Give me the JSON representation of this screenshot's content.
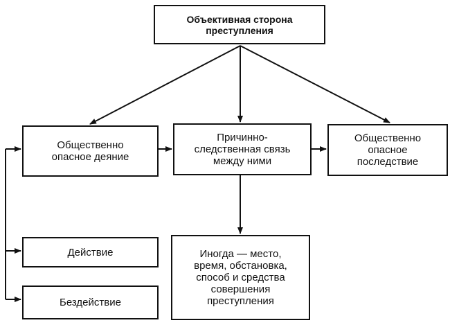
{
  "diagram": {
    "root": {
      "label": "Объективная сторона\nпреступления"
    },
    "elements": [
      {
        "id": "act",
        "label": "Общественно\nопасное деяние"
      },
      {
        "id": "causation",
        "label": "Причинно-\nследственная связь\nмежду ними"
      },
      {
        "id": "consequence",
        "label": "Общественно\nопасное\nпоследствие"
      }
    ],
    "act_forms": [
      {
        "id": "action",
        "label": "Действие"
      },
      {
        "id": "omission",
        "label": "Бездействие"
      }
    ],
    "optional": {
      "label": "Иногда — место,\nвремя, обстановка,\nспособ и средства\nсовершения\nпреступления"
    }
  }
}
